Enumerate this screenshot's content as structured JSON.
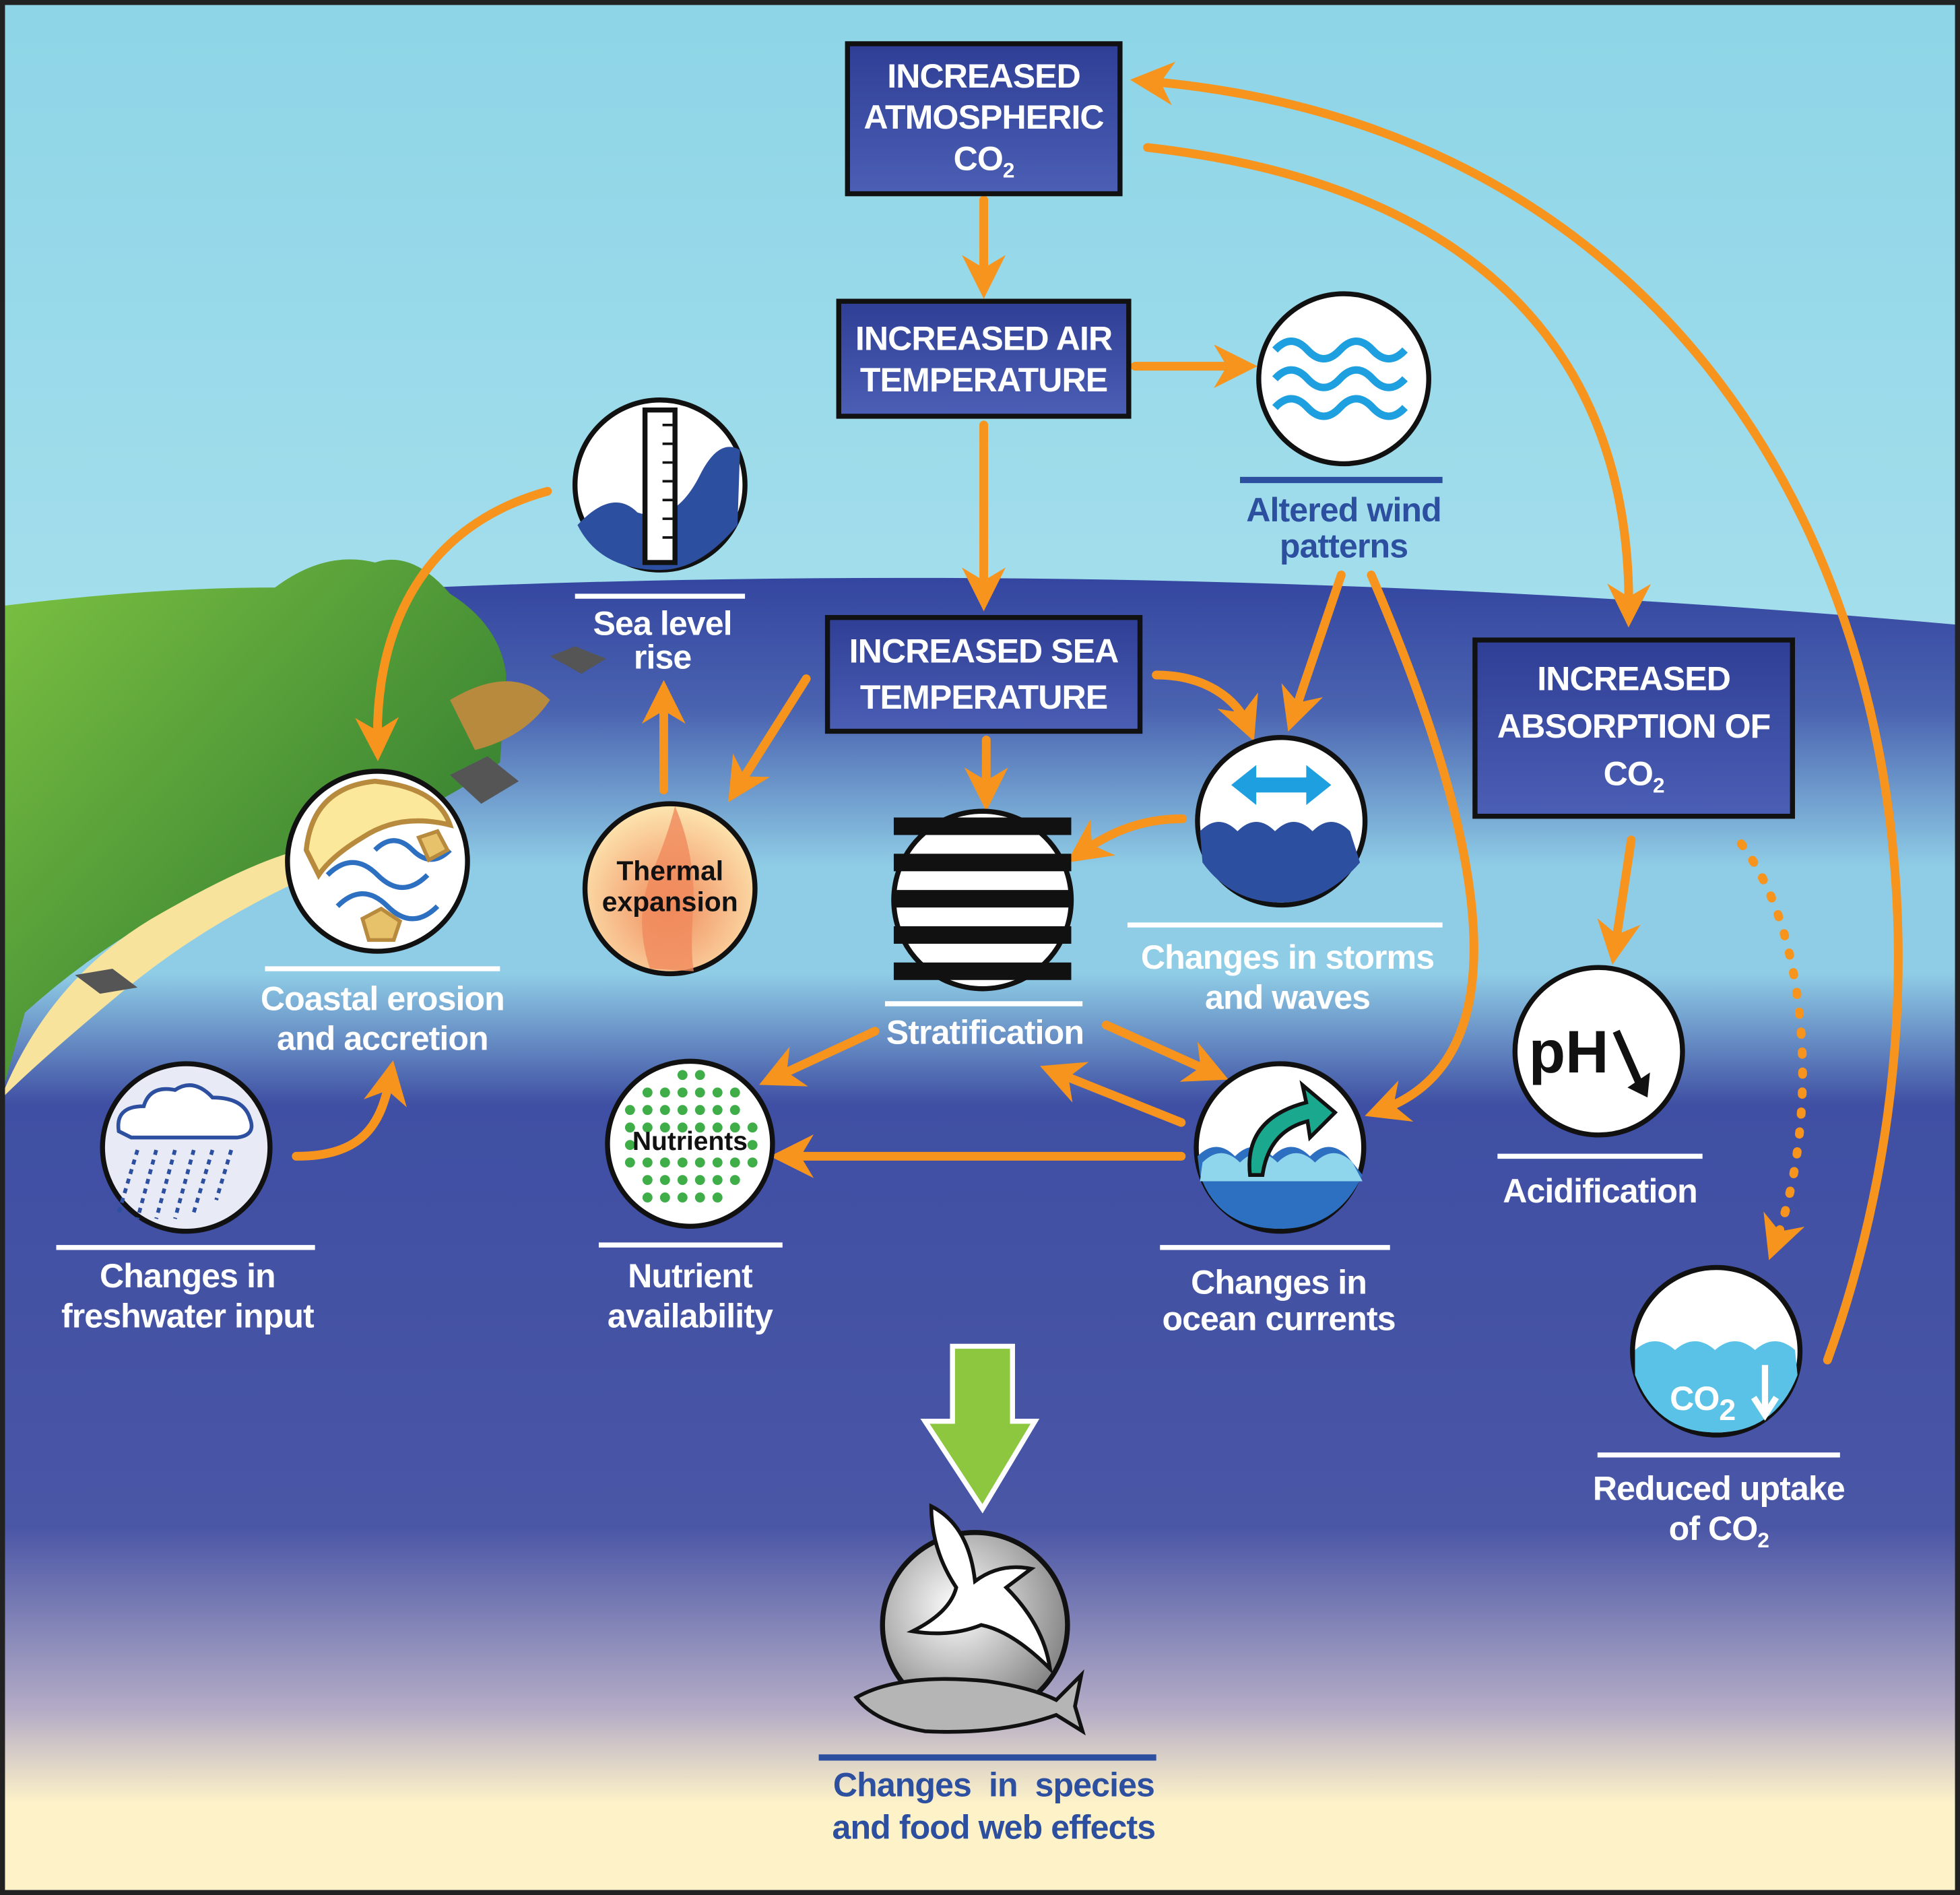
{
  "colors": {
    "arrow": "#f7941d",
    "box": "#3a4da0",
    "ocean_deep": "#3f4fa3",
    "sky": "#8fd6e8",
    "sand": "#fdf2c8",
    "green_arrow": "#8dc63f",
    "label_blue": "#2d4fa0"
  },
  "boxes": {
    "atmospheric_co2": {
      "line1": "INCREASED",
      "line2": "ATMOSPHERIC",
      "co": "CO",
      "sub": "2"
    },
    "air_temperature": {
      "line1": "INCREASED AIR",
      "line2": "TEMPERATURE"
    },
    "sea_temperature": {
      "line1": "INCREASED SEA",
      "line2": "TEMPERATURE"
    },
    "co2_absorption": {
      "line1": "INCREASED",
      "line2": "ABSORPTION OF",
      "co": "CO",
      "sub": "2"
    }
  },
  "nodes": {
    "sea_level": {
      "line1": "Sea level",
      "line2": "rise",
      "icon": "ruler-wave-icon"
    },
    "wind": {
      "line1": "Altered wind",
      "line2": "patterns",
      "icon": "wind-waves-icon"
    },
    "coastal": {
      "line1": "Coastal erosion",
      "line2": "and accretion",
      "icon": "coastline-icon"
    },
    "thermal": {
      "icon_line1": "Thermal",
      "icon_line2": "expansion",
      "icon": "flame-icon"
    },
    "stratification": {
      "label": "Stratification",
      "icon": "stripes-icon"
    },
    "storms": {
      "line1": "Changes in storms",
      "line2": "and waves",
      "icon": "storm-wave-icon"
    },
    "freshwater": {
      "line1": "Changes in",
      "line2": "freshwater input",
      "icon": "rain-cloud-icon"
    },
    "nutrients": {
      "icon_text": "Nutrients",
      "line1": "Nutrient",
      "line2": "availability",
      "icon": "dots-icon"
    },
    "currents": {
      "line1": "Changes in",
      "line2": "ocean currents",
      "icon": "current-arrow-icon"
    },
    "acidification": {
      "icon_text": "pH",
      "label": "Acidification",
      "icon": "ph-down-icon"
    },
    "reduced_uptake": {
      "icon_co": "CO",
      "icon_sub": "2",
      "line1": "Reduced uptake",
      "line2_co": "of CO",
      "line2_sub": "2",
      "icon": "co2-down-icon"
    },
    "species": {
      "line1": "Changes  in  species",
      "line2": "and food web effects",
      "icon": "bird-fish-icon"
    }
  }
}
